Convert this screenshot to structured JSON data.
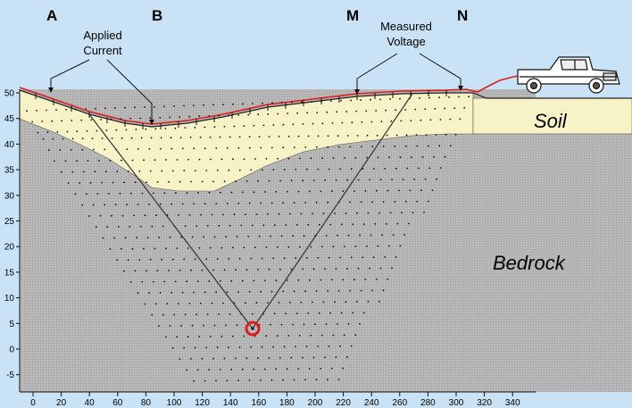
{
  "labels": {
    "electrode_a": "A",
    "electrode_b": "B",
    "electrode_m": "M",
    "electrode_n": "N",
    "applied_line1": "Applied",
    "applied_line2": "Current",
    "measured_line1": "Measured",
    "measured_line2": "Voltage",
    "soil": "Soil",
    "bedrock": "Bedrock"
  },
  "axes": {
    "x_ticks": [
      "0",
      "20",
      "40",
      "60",
      "80",
      "100",
      "120",
      "140",
      "160",
      "180",
      "200",
      "220",
      "240",
      "260",
      "280",
      "300",
      "320",
      "340"
    ],
    "y_ticks": [
      "50",
      "45",
      "40",
      "35",
      "30",
      "25",
      "20",
      "15",
      "10",
      "5",
      "0",
      "-5"
    ]
  },
  "icons": {
    "vehicle": "pickup-truck-icon",
    "measurement_point": "target-circle-icon"
  },
  "colors": {
    "background": "#c9e2f5",
    "soil": "#f7f3c6",
    "bedrock": "#b3b3b3",
    "cable": "#e01b1b",
    "marker": "#e01b1b"
  }
}
